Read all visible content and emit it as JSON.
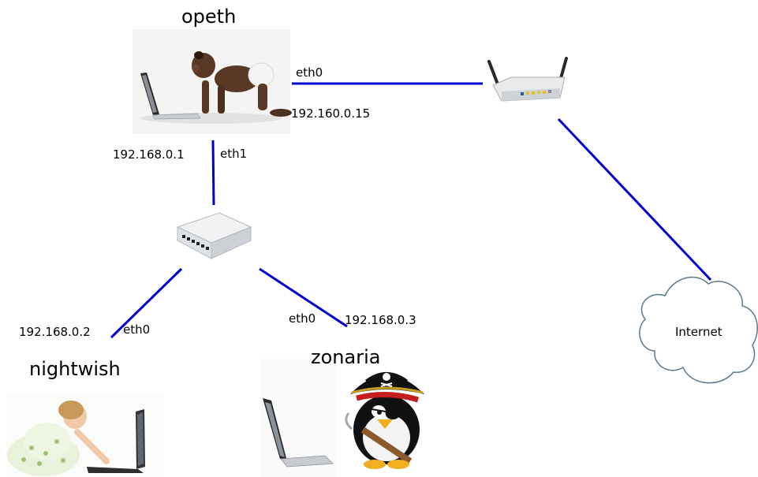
{
  "hosts": {
    "top": "opeth",
    "left": "nightwish",
    "right": "zonaria"
  },
  "interfaces": {
    "opeth_eth0": "eth0",
    "opeth_eth0_ip": "192.160.0.15",
    "opeth_eth1": "eth1",
    "opeth_eth1_ip": "192.168.0.1",
    "nightwish_eth0": "eth0",
    "nightwish_ip": "192.168.0.2",
    "zonaria_eth0": "eth0",
    "zonaria_ip": "192.168.0.3"
  },
  "cloud_label": "Internet",
  "colors": {
    "link": "#0000cc",
    "cloud_stroke": "#5a7a8c"
  },
  "icons": {
    "opeth": "baby-with-laptop-photo",
    "router": "wifi-router-icon",
    "switch": "network-switch-icon",
    "nightwish": "child-with-laptop-photo",
    "zonaria_laptop": "laptop-icon",
    "zonaria_mascot": "pirate-penguin-icon",
    "internet": "cloud-icon"
  }
}
